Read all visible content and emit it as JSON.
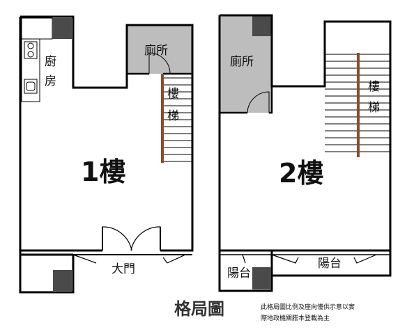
{
  "floor1": {
    "label": "1樓",
    "kitchen": "廚房",
    "toilet": "廁所",
    "stairs": "樓梯",
    "entrance": "大門"
  },
  "floor2": {
    "label": "2樓",
    "toilet": "廁所",
    "stairs": "樓梯",
    "balcony_left": "陽台",
    "balcony_right": "陽台"
  },
  "legend": {
    "title": "格局圖",
    "note_line1": "此格局圖比例及座向僅供示意以實",
    "note_line2": "際地政機關謄本登載為主"
  },
  "colors": {
    "wall": "#000000",
    "toilet_fill": "#bdbdbd",
    "column_fill": "#4a4a4a",
    "stair_rail": "#8b4a2b"
  }
}
